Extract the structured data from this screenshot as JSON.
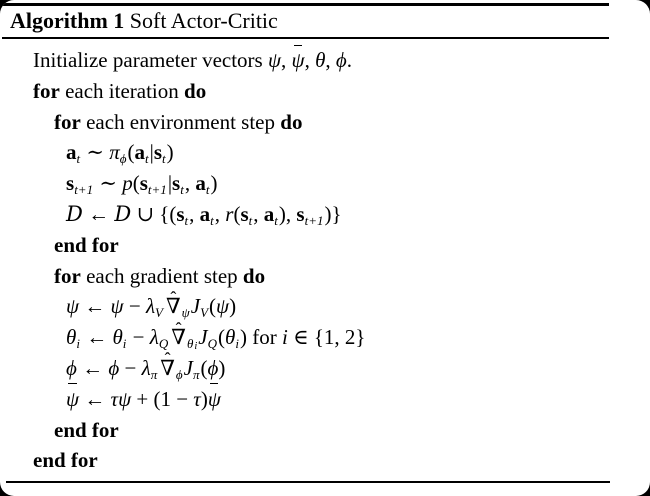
{
  "colors": {
    "background": "#000000",
    "paper": "#ffffff",
    "ink": "#000000"
  },
  "header": {
    "label": "Algorithm 1",
    "title_rest": " Soft Actor-Critic"
  },
  "algorithm": {
    "lines": [
      {
        "indent": 1,
        "tokens": [
          {
            "t": "Initialize parameter vectors ",
            "s": "rm"
          },
          {
            "t": "ψ",
            "s": "it"
          },
          {
            "t": ", ",
            "s": "rm"
          },
          {
            "t": "ψ",
            "s": "bar"
          },
          {
            "t": ", ",
            "s": "rm"
          },
          {
            "t": "θ",
            "s": "it"
          },
          {
            "t": ", ",
            "s": "rm"
          },
          {
            "t": "ϕ",
            "s": "it"
          },
          {
            "t": ".",
            "s": "rm"
          }
        ]
      },
      {
        "indent": 1,
        "tokens": [
          {
            "t": "for",
            "s": "bf"
          },
          {
            "t": " each iteration ",
            "s": "rm"
          },
          {
            "t": "do",
            "s": "bf"
          }
        ]
      },
      {
        "indent": 2,
        "tokens": [
          {
            "t": "for",
            "s": "bf"
          },
          {
            "t": " each environment step ",
            "s": "rm"
          },
          {
            "t": "do",
            "s": "bf"
          }
        ]
      },
      {
        "indent": 3,
        "tokens": [
          {
            "t": "a",
            "s": "mbf"
          },
          {
            "t": "t",
            "s": "sub"
          },
          {
            "t": " ∼ ",
            "s": "rm"
          },
          {
            "t": "π",
            "s": "it"
          },
          {
            "t": "ϕ",
            "s": "sub"
          },
          {
            "t": "(",
            "s": "rm"
          },
          {
            "t": "a",
            "s": "mbf"
          },
          {
            "t": "t",
            "s": "sub"
          },
          {
            "t": "|",
            "s": "rm"
          },
          {
            "t": "s",
            "s": "mbf"
          },
          {
            "t": "t",
            "s": "sub"
          },
          {
            "t": ")",
            "s": "rm"
          }
        ]
      },
      {
        "indent": 3,
        "tokens": [
          {
            "t": "s",
            "s": "mbf"
          },
          {
            "t": "t+1",
            "s": "sub"
          },
          {
            "t": " ∼ ",
            "s": "rm"
          },
          {
            "t": "p",
            "s": "it"
          },
          {
            "t": "(",
            "s": "rm"
          },
          {
            "t": "s",
            "s": "mbf"
          },
          {
            "t": "t+1",
            "s": "sub"
          },
          {
            "t": "|",
            "s": "rm"
          },
          {
            "t": "s",
            "s": "mbf"
          },
          {
            "t": "t",
            "s": "sub"
          },
          {
            "t": ", ",
            "s": "rm"
          },
          {
            "t": "a",
            "s": "mbf"
          },
          {
            "t": "t",
            "s": "sub"
          },
          {
            "t": ")",
            "s": "rm"
          }
        ]
      },
      {
        "indent": 3,
        "tokens": [
          {
            "t": "D",
            "s": "cal"
          },
          {
            "t": " ← ",
            "s": "rm"
          },
          {
            "t": "D",
            "s": "cal"
          },
          {
            "t": " ∪ {(",
            "s": "rm"
          },
          {
            "t": "s",
            "s": "mbf"
          },
          {
            "t": "t",
            "s": "sub"
          },
          {
            "t": ", ",
            "s": "rm"
          },
          {
            "t": "a",
            "s": "mbf"
          },
          {
            "t": "t",
            "s": "sub"
          },
          {
            "t": ", ",
            "s": "rm"
          },
          {
            "t": "r",
            "s": "it"
          },
          {
            "t": "(",
            "s": "rm"
          },
          {
            "t": "s",
            "s": "mbf"
          },
          {
            "t": "t",
            "s": "sub"
          },
          {
            "t": ", ",
            "s": "rm"
          },
          {
            "t": "a",
            "s": "mbf"
          },
          {
            "t": "t",
            "s": "sub"
          },
          {
            "t": "), ",
            "s": "rm"
          },
          {
            "t": "s",
            "s": "mbf"
          },
          {
            "t": "t+1",
            "s": "sub"
          },
          {
            "t": ")}",
            "s": "rm"
          }
        ]
      },
      {
        "indent": 2,
        "tokens": [
          {
            "t": "end for",
            "s": "bf"
          }
        ]
      },
      {
        "indent": 2,
        "tokens": [
          {
            "t": "for",
            "s": "bf"
          },
          {
            "t": " each gradient step ",
            "s": "rm"
          },
          {
            "t": "do",
            "s": "bf"
          }
        ]
      },
      {
        "indent": 3,
        "tokens": [
          {
            "t": "ψ",
            "s": "it"
          },
          {
            "t": " ← ",
            "s": "rm"
          },
          {
            "t": "ψ",
            "s": "it"
          },
          {
            "t": " − ",
            "s": "rm"
          },
          {
            "t": "λ",
            "s": "it"
          },
          {
            "t": "V",
            "s": "sub"
          },
          {
            "t": "∇",
            "s": "hat"
          },
          {
            "t": "ψ",
            "s": "sub"
          },
          {
            "t": "J",
            "s": "it"
          },
          {
            "t": "V",
            "s": "sub"
          },
          {
            "t": "(",
            "s": "rm"
          },
          {
            "t": "ψ",
            "s": "it"
          },
          {
            "t": ")",
            "s": "rm"
          }
        ]
      },
      {
        "indent": 3,
        "tokens": [
          {
            "t": "θ",
            "s": "it"
          },
          {
            "t": "i",
            "s": "sub"
          },
          {
            "t": " ← ",
            "s": "rm"
          },
          {
            "t": "θ",
            "s": "it"
          },
          {
            "t": "i",
            "s": "sub"
          },
          {
            "t": " − ",
            "s": "rm"
          },
          {
            "t": "λ",
            "s": "it"
          },
          {
            "t": "Q",
            "s": "sub"
          },
          {
            "t": "∇",
            "s": "hat"
          },
          {
            "t": "θ",
            "s": "sub"
          },
          {
            "t": "i",
            "s": "ssub"
          },
          {
            "t": "J",
            "s": "it"
          },
          {
            "t": "Q",
            "s": "sub"
          },
          {
            "t": "(",
            "s": "rm"
          },
          {
            "t": "θ",
            "s": "it"
          },
          {
            "t": "i",
            "s": "sub"
          },
          {
            "t": ") for ",
            "s": "rm"
          },
          {
            "t": "i",
            "s": "it"
          },
          {
            "t": " ∈ {1, 2}",
            "s": "rm"
          }
        ]
      },
      {
        "indent": 3,
        "tokens": [
          {
            "t": "ϕ",
            "s": "it"
          },
          {
            "t": " ← ",
            "s": "rm"
          },
          {
            "t": "ϕ",
            "s": "it"
          },
          {
            "t": " − ",
            "s": "rm"
          },
          {
            "t": "λ",
            "s": "it"
          },
          {
            "t": "π",
            "s": "sub"
          },
          {
            "t": "∇",
            "s": "hat"
          },
          {
            "t": "ϕ",
            "s": "sub"
          },
          {
            "t": "J",
            "s": "it"
          },
          {
            "t": "π",
            "s": "sub"
          },
          {
            "t": "(",
            "s": "rm"
          },
          {
            "t": "ϕ",
            "s": "it"
          },
          {
            "t": ")",
            "s": "rm"
          }
        ]
      },
      {
        "indent": 3,
        "tokens": [
          {
            "t": "ψ",
            "s": "bar"
          },
          {
            "t": " ← ",
            "s": "rm"
          },
          {
            "t": "τψ",
            "s": "it"
          },
          {
            "t": " + (1 − ",
            "s": "rm"
          },
          {
            "t": "τ",
            "s": "it"
          },
          {
            "t": ")",
            "s": "rm"
          },
          {
            "t": "ψ",
            "s": "bar"
          }
        ]
      },
      {
        "indent": 2,
        "tokens": [
          {
            "t": "end for",
            "s": "bf"
          }
        ]
      },
      {
        "indent": 1,
        "tokens": [
          {
            "t": "end for",
            "s": "bf"
          }
        ]
      }
    ]
  }
}
